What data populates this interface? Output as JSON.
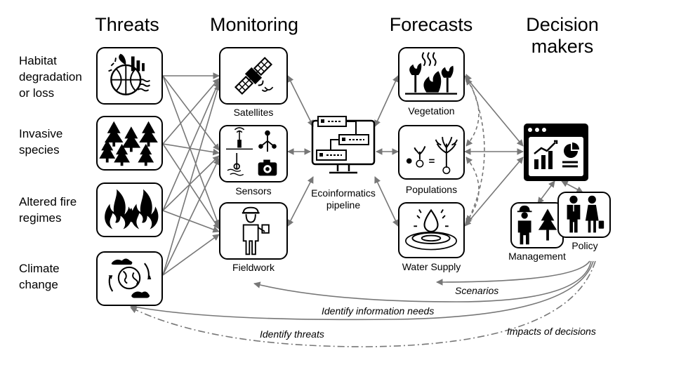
{
  "headers": {
    "threats": "Threats",
    "monitoring": "Monitoring",
    "forecasts": "Forecasts",
    "decision_makers": "Decision makers"
  },
  "threats": [
    {
      "label": "Habitat degradation or loss",
      "icon": "habitat-icon"
    },
    {
      "label": "Invasive species",
      "icon": "invasive-trees-icon"
    },
    {
      "label": "Altered fire regimes",
      "icon": "fire-icon"
    },
    {
      "label": "Climate change",
      "icon": "climate-globe-icon"
    }
  ],
  "monitoring": [
    {
      "label": "Satellites",
      "icon": "satellite-icon"
    },
    {
      "label": "Sensors",
      "icon": "sensors-icon"
    },
    {
      "label": "Fieldwork",
      "icon": "field-worker-icon"
    }
  ],
  "pipeline": {
    "label": "Ecoinformatics pipeline",
    "icon": "computer-servers-icon"
  },
  "forecasts": [
    {
      "label": "Vegetation",
      "icon": "vegetation-fire-icon"
    },
    {
      "label": "Populations",
      "icon": "population-growth-icon"
    },
    {
      "label": "Water Supply",
      "icon": "water-drop-icon"
    }
  ],
  "decision": {
    "dashboard_icon": "dashboard-icon",
    "management": {
      "label": "Management",
      "icon": "ranger-tree-icon"
    },
    "policy": {
      "label": "Policy",
      "icon": "business-people-icon"
    }
  },
  "feedback": {
    "scenarios": "Scenarios",
    "info_needs": "Identify information needs",
    "threats": "Identify threats",
    "impacts": "Impacts of decisions"
  },
  "colors": {
    "arrow": "#777777",
    "border": "#000000"
  }
}
